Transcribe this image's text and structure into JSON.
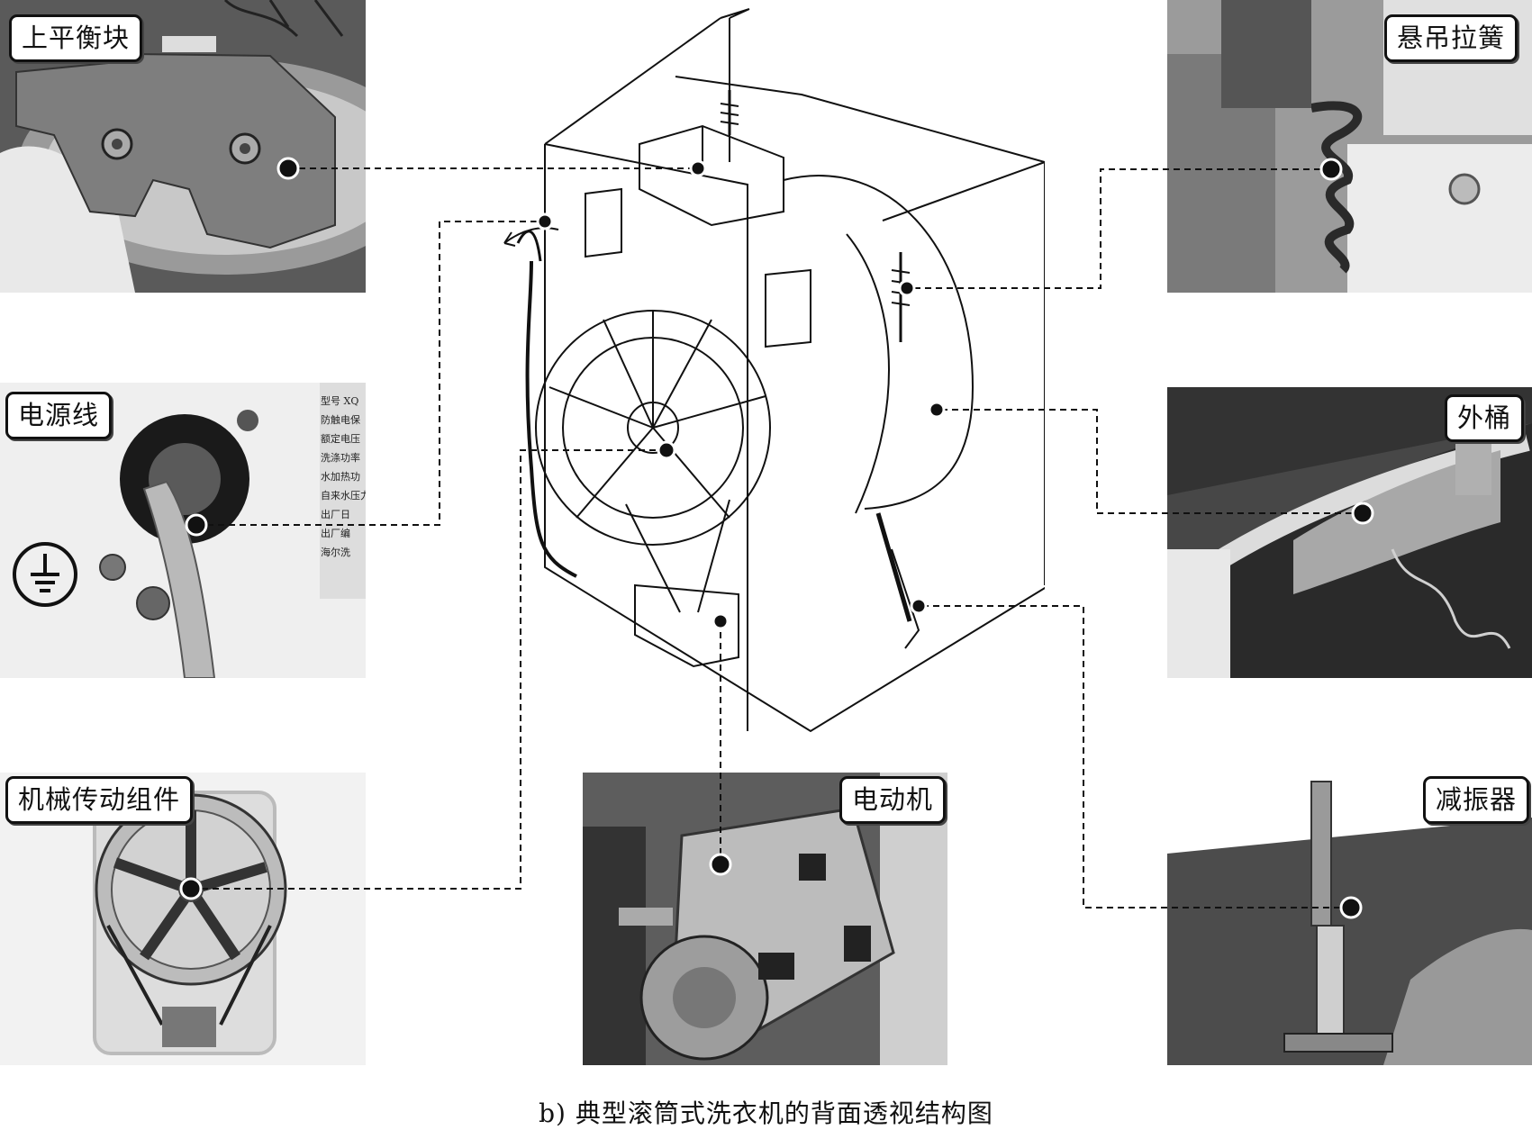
{
  "labels": {
    "counterweight": "上平衡块",
    "power_cord": "电源线",
    "transmission": "机械传动组件",
    "spring": "悬吊拉簧",
    "outer_tub": "外桶",
    "damper": "减振器",
    "motor": "电动机"
  },
  "nameplate_lines": [
    "型号 XQ",
    "防触电保",
    "额定电压",
    "洗涤功率",
    "水加热功",
    "自来水压力",
    "出厂日",
    "出厂编",
    "海尔洗"
  ],
  "caption": "b) 典型滚筒式洗衣机的背面透视结构图"
}
